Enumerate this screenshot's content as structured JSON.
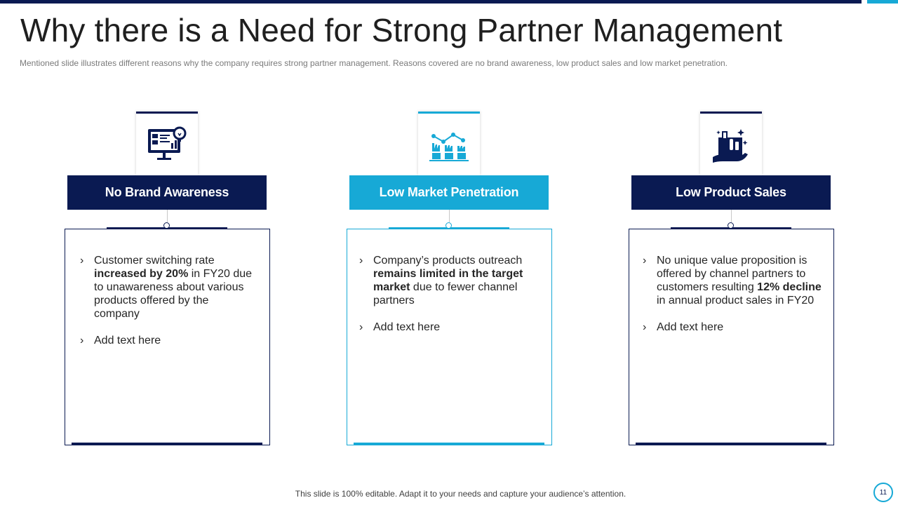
{
  "slide": {
    "title": "Why there is a Need for Strong Partner Management",
    "subtitle": "Mentioned slide illustrates different  reasons why the company requires strong partner management. Reasons covered  are no brand awareness, low product sales and low market penetration.",
    "footer": "This slide is 100% editable. Adapt it to your needs and capture your audience’s attention.",
    "page_number": "11"
  },
  "colors": {
    "dark": "#0a1a52",
    "light": "#17a9d6"
  },
  "columns": [
    {
      "icon": "dashboard-monitor-icon",
      "header": "No Brand Awareness",
      "bullet1": {
        "pre": "Customer switching rate ",
        "bold": "increased by 20%",
        "post": " in FY20 due to unawareness  about various products offered by the company"
      },
      "bullet2": "Add text here"
    },
    {
      "icon": "hands-growth-icon",
      "header": "Low Market Penetration",
      "bullet1": {
        "pre": "Company’s products outreach ",
        "bold": "remains limited in the target market",
        "post": " due to fewer channel partners"
      },
      "bullet2": "Add text here"
    },
    {
      "icon": "product-hand-icon",
      "header": "Low Product Sales",
      "bullet1": {
        "pre": "No unique value proposition is offered by channel partners to customers resulting ",
        "bold": "12% decline",
        "post": " in annual product sales in FY20"
      },
      "bullet2": "Add text here"
    }
  ]
}
